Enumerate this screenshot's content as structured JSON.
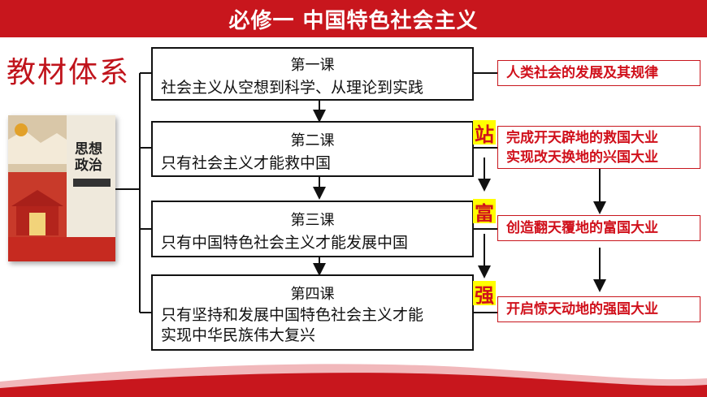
{
  "header": {
    "title": "必修一  中国特色社会主义"
  },
  "system_label": "教材体系",
  "book": {
    "title": "思想政治"
  },
  "lessons": [
    {
      "number": "第一课",
      "desc": "社会主义从空想到科学、从理论到实践"
    },
    {
      "number": "第二课",
      "desc": "只有社会主义才能救中国"
    },
    {
      "number": "第三课",
      "desc": "只有中国特色社会主义才能发展中国"
    },
    {
      "number": "第四课",
      "desc_line1": "只有坚持和发展中国特色社会主义才能",
      "desc_line2": "实现中华民族伟大复兴"
    }
  ],
  "badges": [
    "站",
    "富",
    "强"
  ],
  "right_boxes": [
    {
      "line1": "人类社会的发展及其规律"
    },
    {
      "line1": "完成开天辟地的救国大业",
      "line2": "实现改天换地的兴国大业"
    },
    {
      "line1": "创造翻天覆地的富国大业"
    },
    {
      "line1": "开启惊天动地的强国大业"
    }
  ],
  "colors": {
    "accent_red": "#c8161d",
    "badge_yellow": "#ffff00"
  }
}
